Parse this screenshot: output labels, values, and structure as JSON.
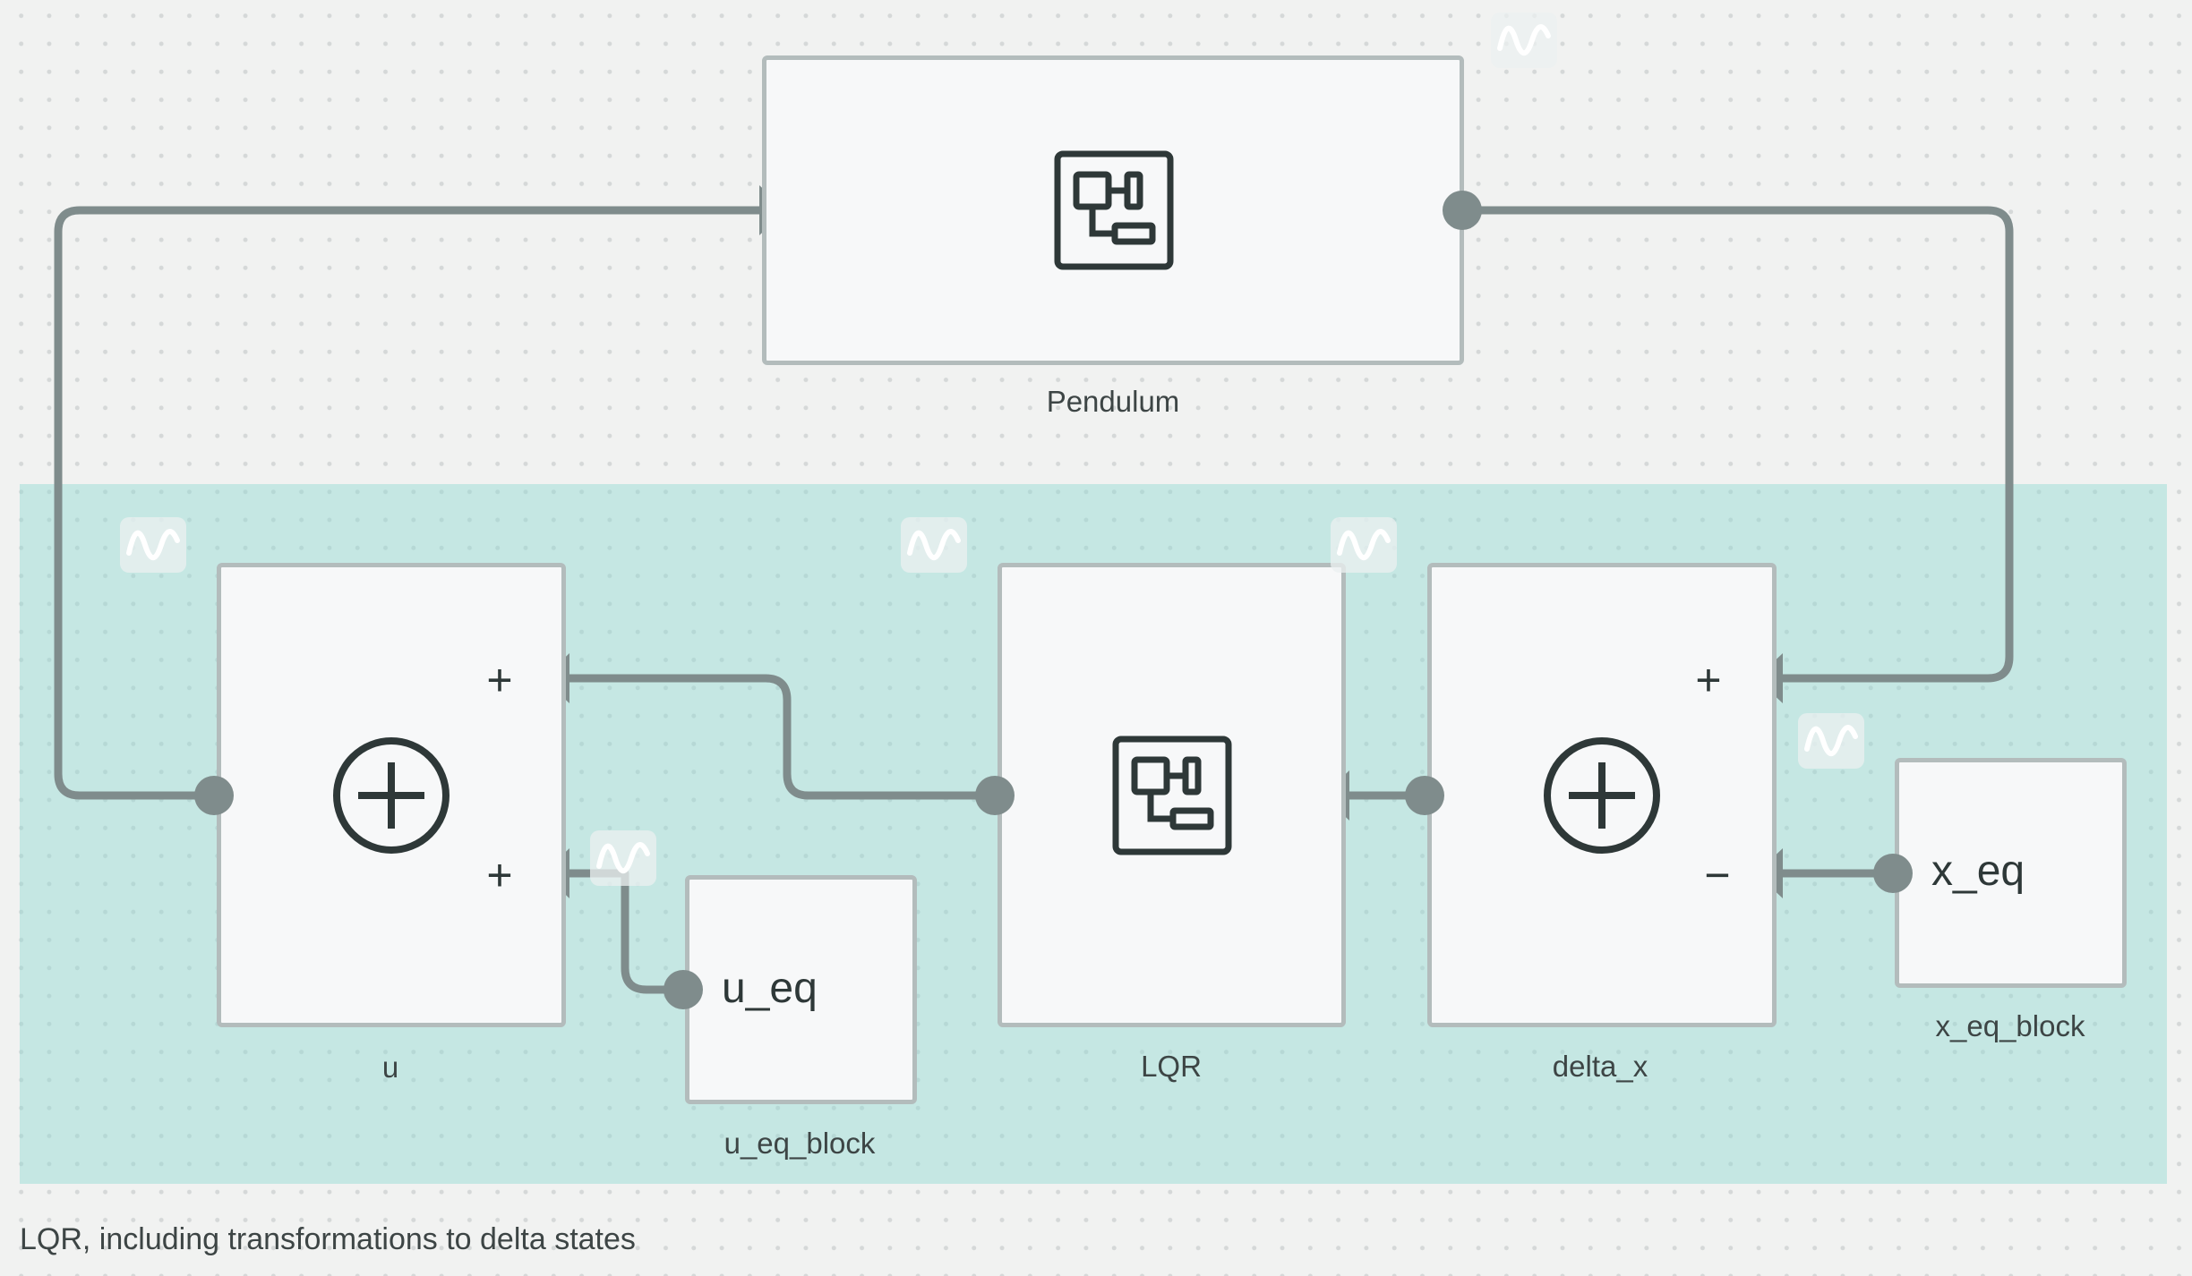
{
  "canvas": {
    "caption": "LQR, including transformations to delta states"
  },
  "blocks": {
    "pendulum": {
      "label": "Pendulum",
      "icon": "subsystem-icon"
    },
    "u": {
      "label": "u",
      "icon": "sum-icon",
      "signs": [
        "+",
        "+"
      ]
    },
    "lqr": {
      "label": "LQR",
      "icon": "subsystem-icon"
    },
    "delta_x": {
      "label": "delta_x",
      "icon": "sum-icon",
      "signs": [
        "+",
        "−"
      ]
    },
    "u_eq_block": {
      "label": "u_eq_block",
      "value": "u_eq"
    },
    "x_eq_block": {
      "label": "x_eq_block",
      "value": "x_eq"
    }
  },
  "colors": {
    "group_fill": "#c4e8e4",
    "wire": "#7f8c8c",
    "block_border": "#b3bcbc",
    "block_fill": "#f7f8f9",
    "icon": "#2e3838"
  }
}
